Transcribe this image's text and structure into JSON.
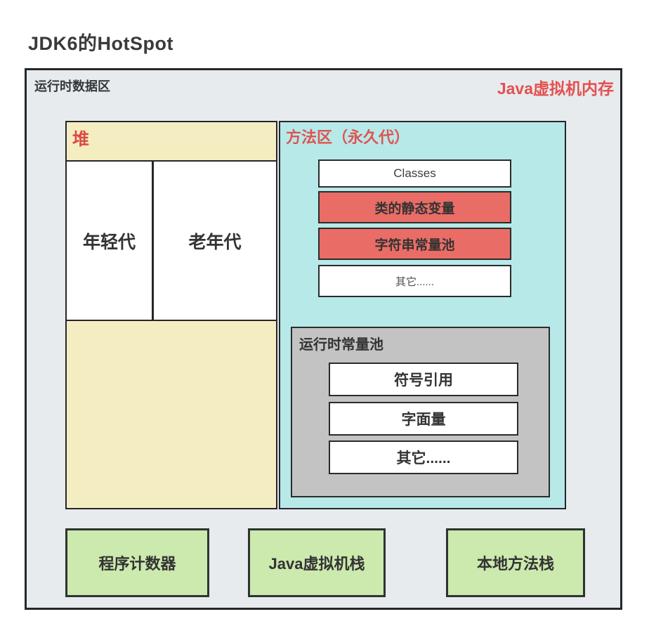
{
  "page": {
    "title": "JDK6的HotSpot"
  },
  "outer": {
    "label": "运行时数据区",
    "corner_label": "Java虚拟机内存"
  },
  "heap": {
    "title": "堆",
    "generations": [
      {
        "label": "年轻代"
      },
      {
        "label": "老年代"
      }
    ]
  },
  "method_area": {
    "title": "方法区（永久代）",
    "items": [
      {
        "label": "Classes",
        "variant": "white"
      },
      {
        "label": "类的静态变量",
        "variant": "red"
      },
      {
        "label": "字符串常量池",
        "variant": "red"
      },
      {
        "label": "其它......",
        "variant": "white-muted"
      }
    ],
    "runtime_pool": {
      "title": "运行时常量池",
      "items": [
        "符号引用",
        "字面量",
        "其它......"
      ]
    }
  },
  "bottom_boxes": [
    {
      "label": "程序计数器"
    },
    {
      "label": "Java虚拟机栈"
    },
    {
      "label": "本地方法栈"
    }
  ],
  "colors": {
    "outer_bg": "#e8ebee",
    "heap_bg": "#f5edc2",
    "method_bg": "#b7e9e9",
    "red_fill": "#e96d66",
    "pool_bg": "#c3c3c3",
    "green_fill": "#cce9ae",
    "red_text": "#e15350",
    "dark_text": "#333333",
    "border": "#26262a"
  }
}
